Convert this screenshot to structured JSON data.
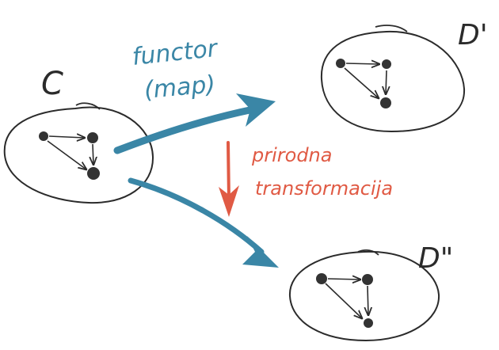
{
  "labels": {
    "source": "C",
    "target_top": "D'",
    "target_bottom": "D\"",
    "functor_line1": "functor",
    "functor_line2": "(map)",
    "nat_line1": "prirodna",
    "nat_line2": "transformacija"
  },
  "colors": {
    "ink": "#2b2b2b",
    "functor": "#3a86a6",
    "natural_transformation": "#e05a44",
    "background": "#ffffff"
  }
}
